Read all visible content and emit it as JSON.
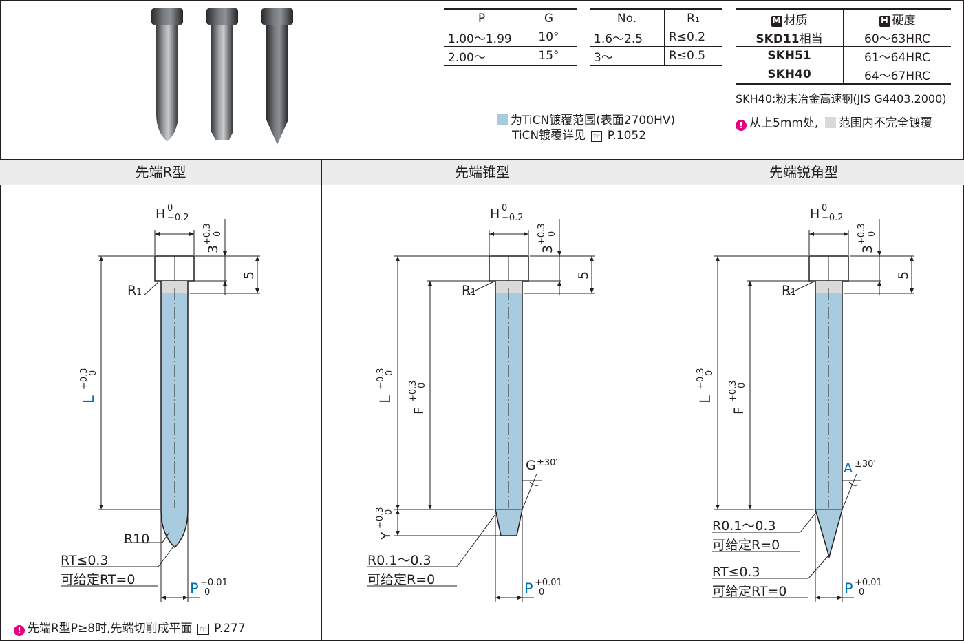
{
  "table_pg": {
    "headers": [
      "P",
      "G"
    ],
    "rows": [
      [
        "1.00～1.99",
        "10°"
      ],
      [
        "2.00～",
        "15°"
      ]
    ]
  },
  "table_r": {
    "headers": [
      "No.",
      "R₁"
    ],
    "rows": [
      [
        "1.6～2.5",
        "R≤0.2"
      ],
      [
        "3～",
        "R≤0.5"
      ]
    ]
  },
  "table_mat": {
    "mark_m": "M",
    "mark_h": "H",
    "header_material": "材质",
    "header_hardness": "硬度",
    "rows": [
      {
        "material": "SKD11",
        "suffix": "相当",
        "hardness": "60～63HRC"
      },
      {
        "material": "SKH51",
        "suffix": "",
        "hardness": "61～64HRC"
      },
      {
        "material": "SKH40",
        "suffix": "",
        "hardness": "64～67HRC"
      }
    ]
  },
  "notes": {
    "skh40": "SKH40:粉末冶金高速钢(JIS G4403.2000)",
    "coating_range": "为TiCN镀覆范围(表面2700HV)",
    "coating_detail": "TiCN镀覆详见",
    "coating_page": "P.1052",
    "partial_coat_a": "从上5mm处,",
    "partial_coat_b": "范围内不完全镀覆",
    "bottom_note": "先端R型P≥8时,先端切削成平面",
    "bottom_page": "P.277"
  },
  "section_titles": [
    "先端R型",
    "先端锥型",
    "先端锐角型"
  ],
  "dims": {
    "h": "H",
    "h_tol_up": "0",
    "h_tol_dn": "−0.2",
    "three": "3",
    "three_up": "+0.3",
    "three_dn": "0",
    "five": "5",
    "r1": "R",
    "r1_sub": "1",
    "l": "L",
    "f": "F",
    "tol_up": "+0.3",
    "tol_dn": "0",
    "p": "P",
    "p_up": "+0.01",
    "p_dn": "0",
    "y": "Y",
    "g": "G",
    "a": "A",
    "angle_tol": "±30′",
    "r10": "R10",
    "rt": "RT≤0.3",
    "rt0": "可给定RT=0",
    "r01": "R0.1～0.3",
    "r0": "可给定R=0"
  },
  "colors": {
    "coating": "#a8cbe0",
    "accent_blue": "#0072bc",
    "warn": "#e4007f",
    "header_bg": "#ececec",
    "photo_pin": "#5a5d60"
  }
}
